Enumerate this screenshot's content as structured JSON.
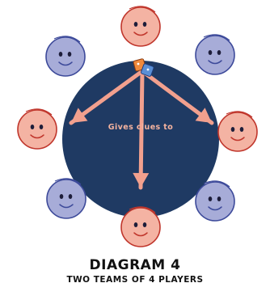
{
  "diagram": {
    "center_label": "Gives clues to",
    "title": "Diagram 4",
    "subtitle": "Two teams of 4 players",
    "colors": {
      "circle": "#1f3a63",
      "arrow": "#f2a08e",
      "label": "#f4b39f",
      "team_red_fill": "#f4b3a3",
      "team_red_stroke": "#c0362c",
      "team_blue_fill": "#a7acd8",
      "team_blue_stroke": "#3d4a9a",
      "title_text": "#111111"
    },
    "players": [
      {
        "team": "red"
      },
      {
        "team": "blue"
      },
      {
        "team": "red"
      },
      {
        "team": "blue"
      },
      {
        "team": "red"
      },
      {
        "team": "blue"
      },
      {
        "team": "red"
      },
      {
        "team": "blue"
      }
    ]
  }
}
